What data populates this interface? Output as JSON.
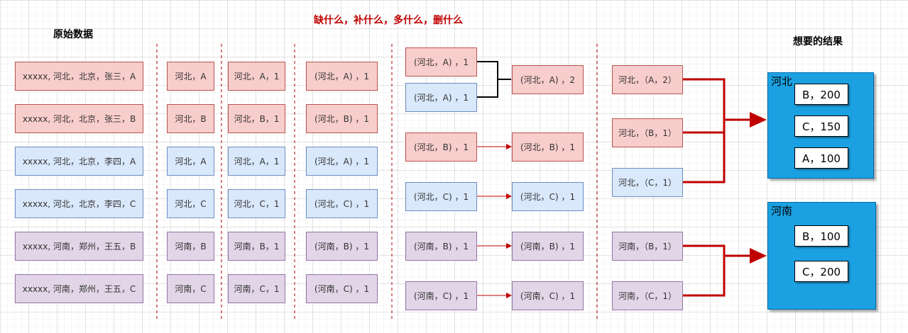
{
  "titles": {
    "original": "原始数据",
    "operation": "缺什么，补什么，多什么，删什么",
    "wanted": "想要的结果"
  },
  "col1": [
    "xxxxx, 河北，北京，张三，A",
    "xxxxx, 河北，北京，张三，B",
    "xxxxx, 河北，北京，李四，A",
    "xxxxx, 河北，北京，李四，C",
    "xxxxx, 河南，郑州，王五，B",
    "xxxxx, 河南，郑州，王五，C"
  ],
  "col2": [
    "河北，A",
    "河北，B",
    "河北，A",
    "河北，C",
    "河南，B",
    "河南，C"
  ],
  "col3": [
    "河北，A，1",
    "河北，B，1",
    "河北，A，1",
    "河北，C，1",
    "河南，B，1",
    "河南，C，1"
  ],
  "col4": [
    "(河北，A) ，1",
    "(河北，B) ，1",
    "(河北，A) ，1",
    "(河北，C) ，1",
    "(河南，B) ，1",
    "(河南，C) ，1"
  ],
  "col5": [
    "(河北，A) ，1",
    "(河北，A) ，1",
    "(河北，B) ，1",
    "(河北，C) ，1",
    "(河南，B) ，1",
    "(河南，C) ，1"
  ],
  "col6": [
    "(河北，A) ，2",
    "(河北，B) ，1",
    "(河北，C) ，1",
    "(河南，B) ，1",
    "(河南，C) ，1"
  ],
  "col7": [
    "河北，（A，2）",
    "河北，（B，1）",
    "河北，（C，1）",
    "河南，（B，1）",
    "河南，（C，1）"
  ],
  "results": [
    {
      "label": "河北",
      "items": [
        "B，200",
        "C，150",
        "A，100"
      ]
    },
    {
      "label": "河南",
      "items": [
        "B，100",
        "C，200"
      ]
    }
  ],
  "colors": {
    "pink": "#f8cecc",
    "blue": "#dae8fc",
    "purple": "#e1d5e7",
    "result_group": "#1ba1e2",
    "arrow_red": "#c00000",
    "divider_red": "#b20000"
  }
}
